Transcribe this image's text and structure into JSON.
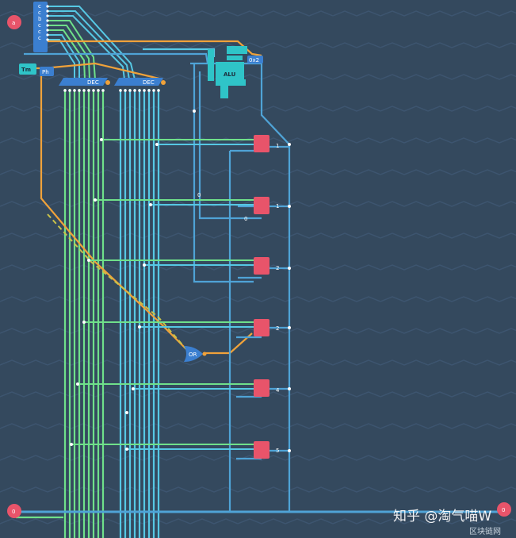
{
  "colors": {
    "background": "#34495e",
    "wave": "#3d5570",
    "wire_green": "#6fe08a",
    "wire_cyan": "#56c8e4",
    "wire_blue": "#4fa3d6",
    "wire_orange": "#f0a23a",
    "pin_red": "#e8546a",
    "chip_blue": "#3b7fd0",
    "chip_cyan": "#2fc4c8"
  },
  "inputs": {
    "top_left": "a",
    "bottom_left": "0",
    "bottom_right": "0"
  },
  "bus_labels": {
    "top_lines": [
      "c",
      "c",
      "b",
      "c",
      "c",
      "c"
    ]
  },
  "chips": {
    "splitter_left": "DEC",
    "splitter_right": "DEC",
    "demux_label": "Ph",
    "small_box": "Tm",
    "adder": "ALU",
    "or_gate": "OR",
    "top_right_tag": "0x2",
    "mid_label_a": "0",
    "mid_label_b": "0"
  },
  "register_labels": [
    "1",
    "1",
    "2",
    "2",
    "4",
    "5"
  ],
  "watermark": {
    "text": "知乎 @淘气喵W",
    "sub": "区块链网"
  }
}
